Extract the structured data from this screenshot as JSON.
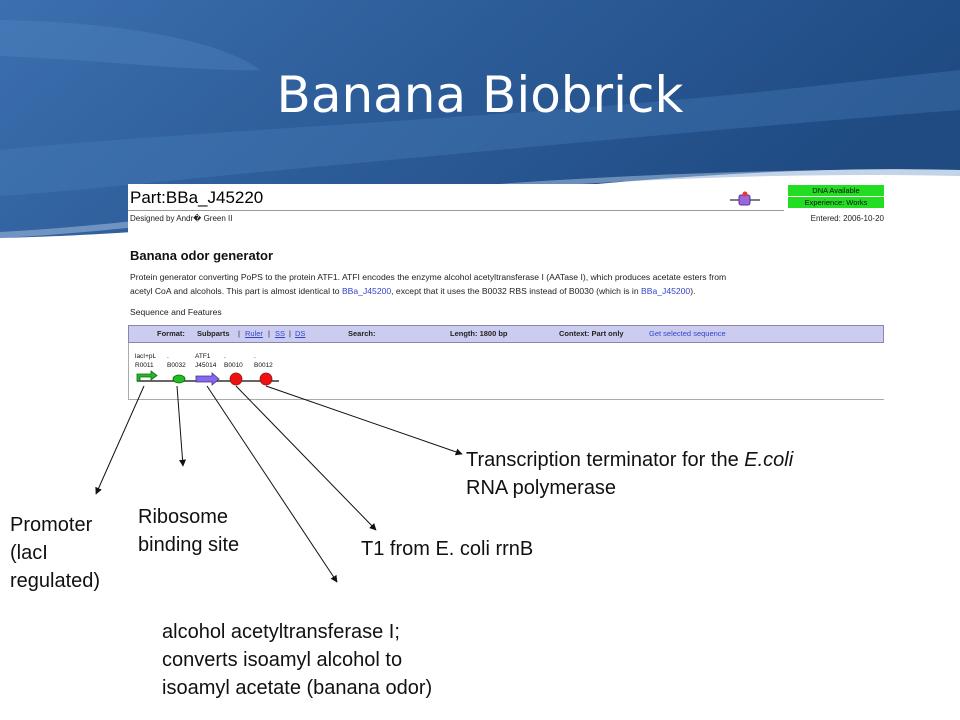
{
  "slide": {
    "title": "Banana Biobrick"
  },
  "part_page": {
    "title": "Part:BBa_J45220",
    "designed_by": "Designed by Andr� Green II",
    "entered": "Entered: 2006-10-20",
    "status": [
      "DNA Available",
      "Experience: Works"
    ],
    "status_color": "#22dd22",
    "subtitle": "Banana odor generator",
    "description": {
      "line1": "Protein generator converting PoPS to the protein ATF1. ATFI encodes the enzyme alcohol acetyltransferase I (AATase I), which produces acetate esters from",
      "line2_a": "acetyl CoA and alcohols. This part is almost identical to ",
      "link1": "BBa_J45200",
      "line2_b": ", except that it uses the B0032 RBS instead of B0030 (which is in ",
      "link2": "BBa_J45200",
      "line2_c": ")."
    },
    "sequence_label": "Sequence and Features",
    "toolbar": {
      "format_label": "Format:",
      "subparts": "Subparts",
      "sep": "|",
      "ruler": "Ruler",
      "ss": "SS",
      "ds": "DS",
      "search_label": "Search:",
      "length": "Length: 1800 bp",
      "context": "Context: Part only",
      "get_seq": "Get selected sequence"
    },
    "parts": [
      {
        "name": "lacI+pL",
        "id": "R0011",
        "color": "#22bb22",
        "icon": "promoter-arrow"
      },
      {
        "name": ".",
        "id": "B0032",
        "color": "#22bb22",
        "icon": "rbs-oval"
      },
      {
        "name": "ATF1",
        "id": "J45014",
        "color": "#8866ee",
        "icon": "cds-arrow"
      },
      {
        "name": ".",
        "id": "B0010",
        "color": "#ee1111",
        "icon": "terminator-circle"
      },
      {
        "name": ".",
        "id": "B0012",
        "color": "#ee1111",
        "icon": "terminator-circle"
      }
    ]
  },
  "annotations": {
    "promoter": [
      "Promoter",
      "(lacI",
      "regulated)"
    ],
    "rbs": [
      "Ribosome",
      "binding site"
    ],
    "atf": [
      "alcohol acetyltransferase I;",
      "converts isoamyl alcohol to",
      "isoamyl acetate (banana odor)"
    ],
    "t1": "T1 from E. coli rrnB",
    "terminator_a": "Transcription terminator for the ",
    "terminator_em": "E.coli",
    "terminator_b": "RNA polymerase"
  }
}
